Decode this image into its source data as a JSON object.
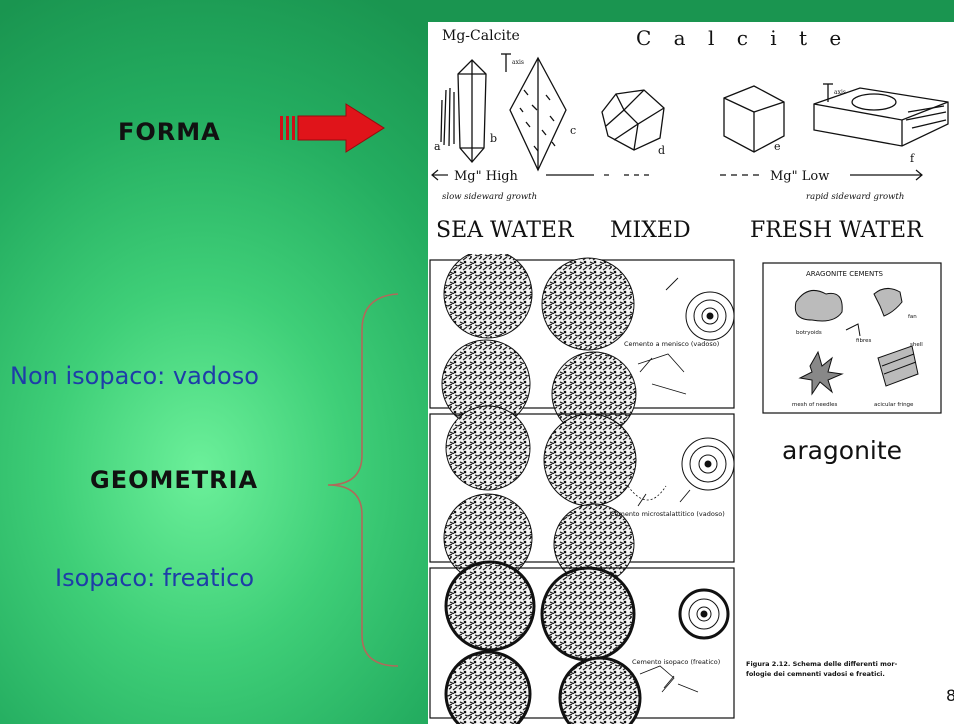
{
  "slide": {
    "forma_label": "FORMA",
    "vadoso_label": "Non isopaco: vadoso",
    "geometria_label": "GEOMETRIA",
    "freatico_label": "Isopaco: freatico",
    "page_number": "8",
    "colors": {
      "background": "#3fcf78",
      "arrow": "#e0141a",
      "blue_text": "#1e3da8",
      "brace": "#b06a5a"
    }
  },
  "figure": {
    "mg_calcite": "Mg-Calcite",
    "calcite_title": "C a l c i t e",
    "axis_label": "axis",
    "crystal_labels": [
      "a",
      "b",
      "c",
      "d",
      "e",
      "f"
    ],
    "mg_high": "Mg\" High",
    "mg_low": "Mg\" Low",
    "slow_growth": "slow sideward growth",
    "rapid_growth": "rapid sideward growth",
    "environments": [
      "SEA WATER",
      "MIXED",
      "FRESH WATER"
    ],
    "panel1_caption": "Cemento a menisco (vadoso)",
    "panel2_caption": "Cemento microstalattitico (vadoso)",
    "panel3_caption": "Cemento isopaco (freatico)",
    "aragonite_box_title": "ARAGONITE CEMENTS",
    "aragonite_items": [
      "botryoids",
      "fan",
      "fibres",
      "shell",
      "mesh of needles",
      "acicular fringe"
    ],
    "aragonite_label": "aragonite",
    "figure_caption_line1": "Figura 2.12. Schema delle differenti mor-",
    "figure_caption_line2": "fologie dei cemnenti vadosi e freatici."
  }
}
